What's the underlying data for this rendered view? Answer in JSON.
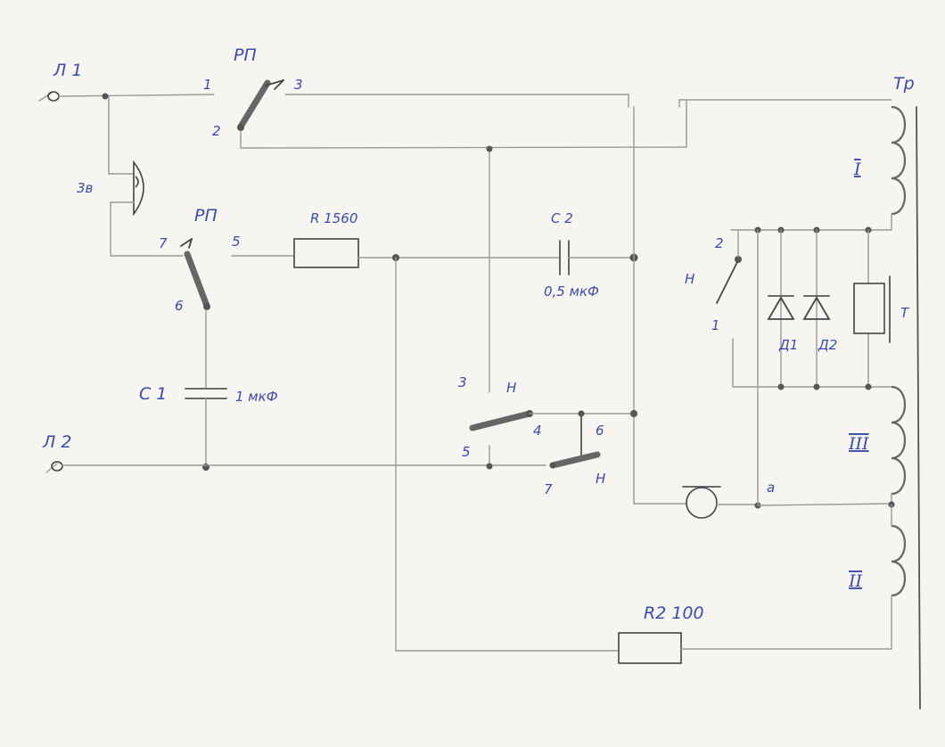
{
  "labels": {
    "l1": "Л 1",
    "l2": "Л 2",
    "rp_top": "РП",
    "rp_top_1": "1",
    "rp_top_2": "2",
    "rp_top_3": "3",
    "zv": "3в",
    "rp_mid": "РП",
    "rp_mid_7": "7",
    "rp_mid_5": "5",
    "rp_mid_6": "6",
    "r1": "R 1560",
    "c2": "С 2",
    "c2_val": "0,5 мкФ",
    "c1": "С 1",
    "c1_val": "1 мкФ",
    "n_left_3": "3",
    "n_left_h": "Н",
    "n_4": "4",
    "n_5": "5",
    "n_6": "6",
    "n_7": "7",
    "n_h2": "Н",
    "h_right": "Н",
    "h_right_2": "2",
    "h_right_1": "1",
    "d1": "Д1",
    "d2": "Д2",
    "t": "Т",
    "tr": "Тр",
    "coil_i": "I",
    "coil_iii": "III",
    "coil_ii": "II",
    "node_a": "а",
    "r2": "R2  100"
  }
}
